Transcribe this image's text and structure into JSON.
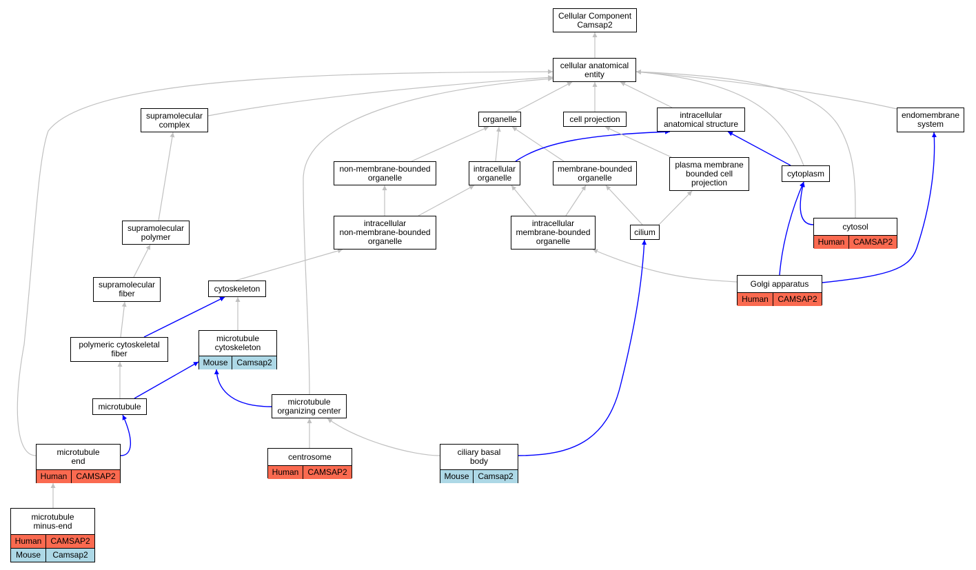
{
  "colors": {
    "human": "#fa6a50",
    "mouse": "#add8e6",
    "is_a_edge": "#c0c0c0",
    "part_of_edge": "#0000ff"
  },
  "nodes": {
    "cellular_component": {
      "label": "Cellular Component\nCamsap2"
    },
    "cae": {
      "label": "cellular anatomical\nentity"
    },
    "supramolecular_complex": {
      "label": "supramolecular\ncomplex"
    },
    "organelle": {
      "label": "organelle"
    },
    "cell_projection": {
      "label": "cell projection"
    },
    "ias": {
      "label": "intracellular\nanatomical structure"
    },
    "endomembrane": {
      "label": "endomembrane\nsystem"
    },
    "nmbo": {
      "label": "non-membrane-bounded\norganelle"
    },
    "intracellular_organelle": {
      "label": "intracellular\norganelle"
    },
    "mbo": {
      "label": "membrane-bounded\norganelle"
    },
    "pmbcp": {
      "label": "plasma membrane\nbounded cell\nprojection"
    },
    "cytoplasm": {
      "label": "cytoplasm"
    },
    "supramolecular_polymer": {
      "label": "supramolecular\npolymer"
    },
    "inmbo": {
      "label": "intracellular\nnon-membrane-bounded\norganelle"
    },
    "imbo": {
      "label": "intracellular\nmembrane-bounded\norganelle"
    },
    "cilium": {
      "label": "cilium"
    },
    "cytosol": {
      "label": "cytosol",
      "rows": [
        {
          "species": "Human",
          "gene": "CAMSAP2"
        }
      ]
    },
    "supramolecular_fiber": {
      "label": "supramolecular\nfiber"
    },
    "cytoskeleton": {
      "label": "cytoskeleton"
    },
    "golgi": {
      "label": "Golgi apparatus",
      "rows": [
        {
          "species": "Human",
          "gene": "CAMSAP2"
        }
      ]
    },
    "pcf": {
      "label": "polymeric cytoskeletal\nfiber"
    },
    "mt_cytoskeleton": {
      "label": "microtubule\ncytoskeleton",
      "rows": [
        {
          "species": "Mouse",
          "gene": "Camsap2"
        }
      ]
    },
    "microtubule": {
      "label": "microtubule"
    },
    "mtoc": {
      "label": "microtubule\norganizing center"
    },
    "mt_end": {
      "label": "microtubule\nend",
      "rows": [
        {
          "species": "Human",
          "gene": "CAMSAP2"
        }
      ]
    },
    "centrosome": {
      "label": "centrosome",
      "rows": [
        {
          "species": "Human",
          "gene": "CAMSAP2"
        }
      ]
    },
    "ciliary_basal_body": {
      "label": "ciliary basal\nbody",
      "rows": [
        {
          "species": "Mouse",
          "gene": "Camsap2"
        }
      ]
    },
    "mt_minus_end": {
      "label": "microtubule\nminus-end",
      "rows": [
        {
          "species": "Human",
          "gene": "CAMSAP2"
        },
        {
          "species": "Mouse",
          "gene": "Camsap2"
        }
      ]
    }
  },
  "edges": [
    {
      "from": "cae",
      "to": "cellular_component",
      "type": "is_a"
    },
    {
      "from": "supramolecular_complex",
      "to": "cae",
      "type": "is_a"
    },
    {
      "from": "organelle",
      "to": "cae",
      "type": "is_a"
    },
    {
      "from": "cell_projection",
      "to": "cae",
      "type": "is_a"
    },
    {
      "from": "ias",
      "to": "cae",
      "type": "is_a"
    },
    {
      "from": "endomembrane",
      "to": "cae",
      "type": "is_a"
    },
    {
      "from": "cytoplasm",
      "to": "cae",
      "type": "is_a"
    },
    {
      "from": "cytosol",
      "to": "cae",
      "type": "is_a"
    },
    {
      "from": "mtoc",
      "to": "cae",
      "type": "is_a"
    },
    {
      "from": "mt_end",
      "to": "cae",
      "type": "is_a"
    },
    {
      "from": "nmbo",
      "to": "organelle",
      "type": "is_a"
    },
    {
      "from": "intracellular_organelle",
      "to": "organelle",
      "type": "is_a"
    },
    {
      "from": "mbo",
      "to": "organelle",
      "type": "is_a"
    },
    {
      "from": "intracellular_organelle",
      "to": "ias",
      "type": "part_of"
    },
    {
      "from": "cytoplasm",
      "to": "ias",
      "type": "part_of"
    },
    {
      "from": "pmbcp",
      "to": "cell_projection",
      "type": "is_a"
    },
    {
      "from": "supramolecular_polymer",
      "to": "supramolecular_complex",
      "type": "is_a"
    },
    {
      "from": "inmbo",
      "to": "nmbo",
      "type": "is_a"
    },
    {
      "from": "inmbo",
      "to": "intracellular_organelle",
      "type": "is_a"
    },
    {
      "from": "imbo",
      "to": "intracellular_organelle",
      "type": "is_a"
    },
    {
      "from": "imbo",
      "to": "mbo",
      "type": "is_a"
    },
    {
      "from": "cilium",
      "to": "mbo",
      "type": "is_a"
    },
    {
      "from": "cilium",
      "to": "pmbcp",
      "type": "is_a"
    },
    {
      "from": "cytosol",
      "to": "cytoplasm",
      "type": "part_of"
    },
    {
      "from": "golgi",
      "to": "cytoplasm",
      "type": "part_of"
    },
    {
      "from": "golgi",
      "to": "endomembrane",
      "type": "part_of"
    },
    {
      "from": "golgi",
      "to": "imbo",
      "type": "is_a"
    },
    {
      "from": "supramolecular_fiber",
      "to": "supramolecular_polymer",
      "type": "is_a"
    },
    {
      "from": "cytoskeleton",
      "to": "inmbo",
      "type": "is_a"
    },
    {
      "from": "pcf",
      "to": "supramolecular_fiber",
      "type": "is_a"
    },
    {
      "from": "pcf",
      "to": "cytoskeleton",
      "type": "part_of"
    },
    {
      "from": "mt_cytoskeleton",
      "to": "cytoskeleton",
      "type": "is_a"
    },
    {
      "from": "microtubule",
      "to": "pcf",
      "type": "is_a"
    },
    {
      "from": "microtubule",
      "to": "mt_cytoskeleton",
      "type": "part_of"
    },
    {
      "from": "mtoc",
      "to": "mt_cytoskeleton",
      "type": "part_of"
    },
    {
      "from": "mt_end",
      "to": "microtubule",
      "type": "part_of"
    },
    {
      "from": "centrosome",
      "to": "mtoc",
      "type": "is_a"
    },
    {
      "from": "ciliary_basal_body",
      "to": "mtoc",
      "type": "is_a"
    },
    {
      "from": "ciliary_basal_body",
      "to": "cilium",
      "type": "part_of"
    },
    {
      "from": "mt_minus_end",
      "to": "mt_end",
      "type": "is_a"
    }
  ]
}
